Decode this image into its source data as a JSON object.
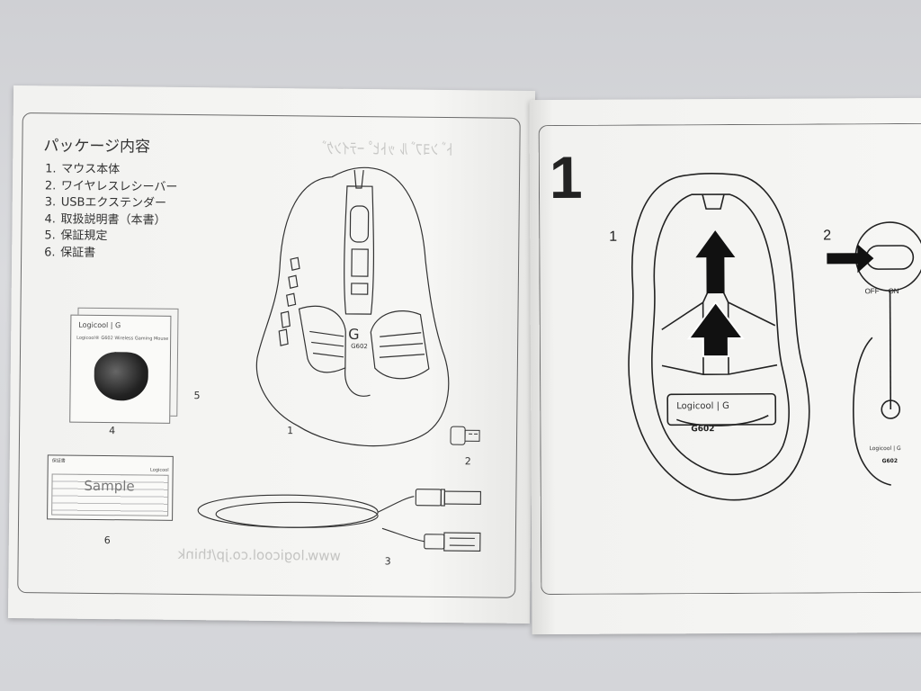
{
  "left_page": {
    "title": "パッケージ内容",
    "contents": [
      {
        "num": "1.",
        "label": "マウス本体"
      },
      {
        "num": "2.",
        "label": "ワイヤレスレシーバー"
      },
      {
        "num": "3.",
        "label": "USBエクステンダー"
      },
      {
        "num": "4.",
        "label": "取扱説明書（本書）"
      },
      {
        "num": "5.",
        "label": "保証規定"
      },
      {
        "num": "6.",
        "label": "保証書"
      }
    ],
    "callouts": {
      "mouse": "1",
      "receiver": "2",
      "extender": "3",
      "manual": "4",
      "warranty_terms": "5",
      "warranty_card": "6"
    },
    "mouse_badge": "G602",
    "manual": {
      "logo": "Logicool | G",
      "subtitle": "Logicool® G602 Wireless Gaming Mouse"
    },
    "warranty": {
      "title": "保証書",
      "logo": "Logicool",
      "sample": "Sample"
    },
    "bleed_through_url": "www.logicool.co.jp/think"
  },
  "right_page": {
    "step": "1",
    "sub_step_1": "1",
    "sub_step_2": "2",
    "switch_off": "OFF",
    "switch_on": "ON",
    "logo_main": "Logicool | G",
    "model_main": "G602",
    "logo_small": "Logicool | G",
    "model_small": "G602"
  },
  "colors": {
    "paper": "#f4f4f2",
    "ink": "#333333",
    "background": "#d9dadd"
  }
}
